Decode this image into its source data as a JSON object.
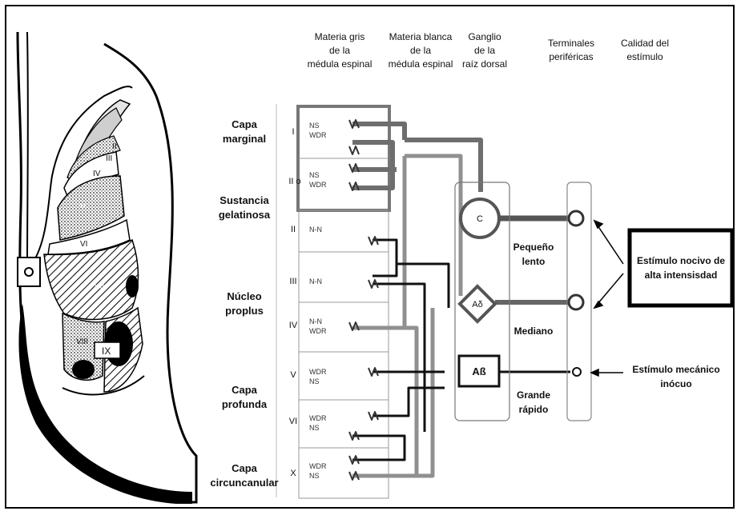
{
  "headers": [
    {
      "id": "gray",
      "lines": [
        "Materia gris",
        "de la",
        "médula espinal"
      ]
    },
    {
      "id": "white",
      "lines": [
        "Materia blanca",
        "de la",
        "médula espinal"
      ]
    },
    {
      "id": "ganglion",
      "lines": [
        "Ganglio",
        "de la",
        "raíz dorsal"
      ]
    },
    {
      "id": "terminals",
      "lines": [
        "Terminales",
        "periféricas"
      ]
    },
    {
      "id": "quality",
      "lines": [
        "Calidad del",
        "estímulo"
      ]
    }
  ],
  "layer_labels": [
    {
      "id": "marginal",
      "lines": [
        "Capa",
        "marginal"
      ]
    },
    {
      "id": "gelatinosa",
      "lines": [
        "Sustancia",
        "gelatinosa"
      ]
    },
    {
      "id": "proplus",
      "lines": [
        "Núcleo",
        "proplus"
      ]
    },
    {
      "id": "profunda",
      "lines": [
        "Capa",
        "profunda"
      ]
    },
    {
      "id": "circuncanular",
      "lines": [
        "Capa",
        "circuncanular"
      ]
    }
  ],
  "laminae": [
    {
      "num": "I",
      "cells": [
        "NS",
        "WDR"
      ]
    },
    {
      "num": "II o",
      "cells": [
        "NS",
        "WDR"
      ]
    },
    {
      "num": "II",
      "cells": [
        "N-N"
      ]
    },
    {
      "num": "III",
      "cells": [
        "N-N"
      ]
    },
    {
      "num": "IV",
      "cells": [
        "N-N",
        "WDR"
      ]
    },
    {
      "num": "V",
      "cells": [
        "WDR",
        "NS"
      ]
    },
    {
      "num": "VI",
      "cells": [
        "WDR",
        "NS"
      ]
    },
    {
      "num": "X",
      "cells": [
        "WDR",
        "NS"
      ]
    }
  ],
  "section_labels": [
    "I",
    "II",
    "III",
    "IV",
    "V",
    "VI",
    "VII",
    "VIII",
    "IX"
  ],
  "ganglion_cells": {
    "c": "C",
    "adelta": "Aδ",
    "abeta": "Aß"
  },
  "fiber_labels": [
    {
      "id": "small",
      "lines": [
        "Pequeño",
        "lento"
      ]
    },
    {
      "id": "medium",
      "lines": [
        "Mediano"
      ]
    },
    {
      "id": "large",
      "lines": [
        "Grande",
        "rápido"
      ]
    }
  ],
  "stimuli": {
    "noxious": [
      "Estímulo nocivo de",
      "alta intensisdad"
    ],
    "mechanical": [
      "Estímulo mecánico",
      "inócuo"
    ]
  }
}
